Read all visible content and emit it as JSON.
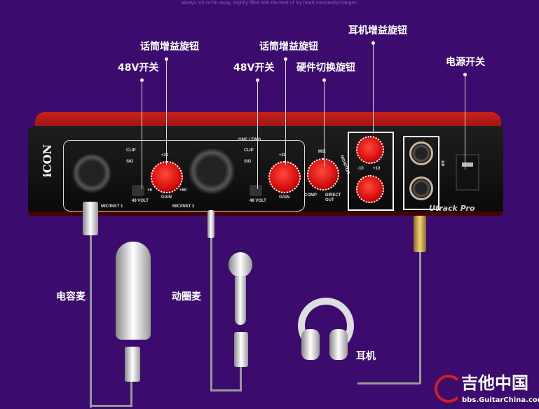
{
  "tagline": "always not so far away, slightly filled with the beat of my heart constantlychanges.",
  "labels": {
    "phantom_1": "48V开关",
    "gain_1": "话筒增益旋钮",
    "phantom_2": "48V开关",
    "gain_2": "话筒增益旋钮",
    "mix_knob": "硬件切换旋钮",
    "headphone_gain": "耳机增益旋钮",
    "power": "电源开关",
    "condenser_mic": "电容麦",
    "dynamic_mic": "动圈麦",
    "headphones": "耳机"
  },
  "device": {
    "brand": "iCON",
    "model": "Utrack Pro",
    "one_two": "ONE / TWO",
    "clip": "CLIP",
    "sig": "SIG",
    "volt": "48 VOLT",
    "gain": "GAIN",
    "plus20": "+20",
    "plus6": "+6",
    "plus60": "+60",
    "ch1": "MIC/INST 1",
    "ch2": "MIC/INST 2",
    "mix": "MIX",
    "comp": "COMP",
    "direct_out": "DIRECT OUT",
    "monitor": "MONITOR",
    "minus10": "-10",
    "plus10": "+10",
    "hp": "HP"
  },
  "watermark": {
    "name": "吉他中国",
    "url": "bbs.GuitarChina.com"
  }
}
